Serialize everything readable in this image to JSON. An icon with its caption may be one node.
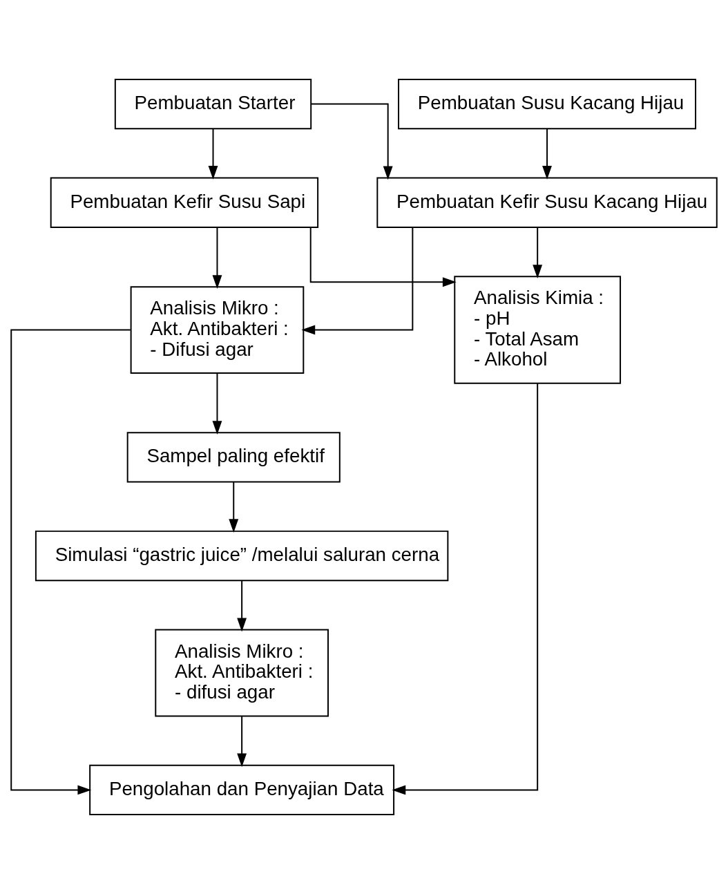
{
  "diagram": {
    "nodes": [
      {
        "text": [
          "Pembuatan Starter"
        ]
      },
      {
        "text": [
          "Pembuatan Susu Kacang Hijau"
        ]
      },
      {
        "text": [
          "Pembuatan Kefir Susu Sapi"
        ]
      },
      {
        "text": [
          "Pembuatan Kefir Susu Kacang Hijau"
        ]
      },
      {
        "text": [
          "Analisis Mikro :",
          "Akt. Antibakteri :",
          "- Difusi agar"
        ]
      },
      {
        "text": [
          "Analisis Kimia :",
          "- pH",
          "- Total Asam",
          "- Alkohol"
        ]
      },
      {
        "text": [
          "Sampel paling efektif"
        ]
      },
      {
        "text": [
          "Simulasi “gastric juice” /melalui saluran cerna"
        ]
      },
      {
        "text": [
          "Analisis Mikro :",
          "Akt. Antibakteri :",
          "- difusi agar"
        ]
      },
      {
        "text": [
          "Pengolahan dan Penyajian Data"
        ]
      }
    ],
    "edges": [
      {
        "from": 0,
        "to": 2,
        "arrow": "to"
      },
      {
        "from": 0,
        "to": 3,
        "arrow": "to"
      },
      {
        "from": 1,
        "to": 3,
        "arrow": "to"
      },
      {
        "from": 2,
        "to": 4,
        "arrow": "to"
      },
      {
        "from": 2,
        "to": 5,
        "arrow": "to"
      },
      {
        "from": 3,
        "to": 4,
        "arrow": "to"
      },
      {
        "from": 3,
        "to": 5,
        "arrow": "to"
      },
      {
        "from": 4,
        "to": 6,
        "arrow": "to"
      },
      {
        "from": 4,
        "to": 9,
        "arrow": "to"
      },
      {
        "from": 6,
        "to": 7,
        "arrow": "to"
      },
      {
        "from": 7,
        "to": 8,
        "arrow": "to"
      },
      {
        "from": 8,
        "to": 9,
        "arrow": "to"
      },
      {
        "from": 5,
        "to": 9,
        "arrow": "to"
      }
    ]
  }
}
